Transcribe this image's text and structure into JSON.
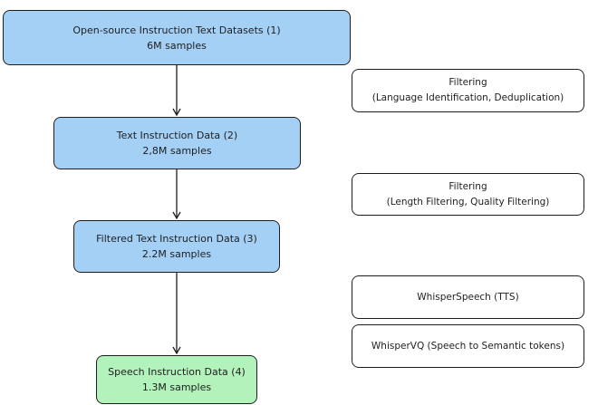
{
  "nodes": {
    "n1": {
      "title": "Open-source Instruction Text Datasets (1)",
      "sub": "6M samples"
    },
    "n2": {
      "title": "Text Instruction Data (2)",
      "sub": "2,8M samples"
    },
    "n3": {
      "title": "Filtered Text Instruction Data (3)",
      "sub": "2.2M samples"
    },
    "n4": {
      "title": "Speech Instruction Data (4)",
      "sub": "1.3M samples"
    }
  },
  "steps": {
    "s1": {
      "title": "Filtering",
      "sub": "(Language Identification, Deduplication)"
    },
    "s2": {
      "title": "Filtering",
      "sub": "(Length Filtering, Quality Filtering)"
    },
    "s3": {
      "title": "WhisperSpeech (TTS)"
    },
    "s4": {
      "title": "WhisperVQ (Speech to Semantic tokens)"
    }
  },
  "colors": {
    "data_node": "#a5d0f6",
    "final_node": "#b2f2bb",
    "step_node": "#ffffff",
    "stroke": "#1e1e1e"
  }
}
